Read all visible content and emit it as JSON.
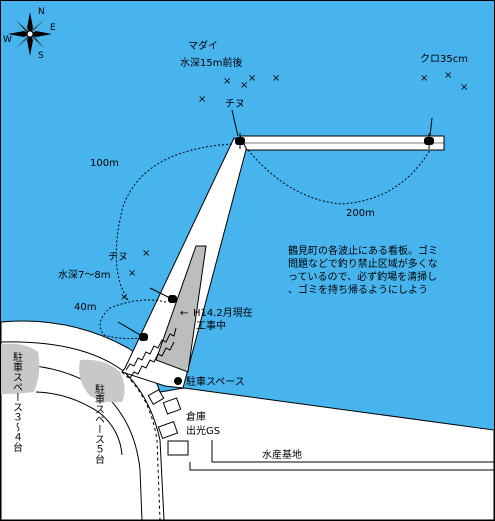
{
  "colors": {
    "sea": "#47b4ee",
    "land": "#ffffff",
    "shoulder": "#c8c8c8",
    "pier_gray": "#bdbdbd",
    "line": "#000000"
  },
  "compass": {
    "n": "N",
    "e": "E",
    "s": "S",
    "w": "W"
  },
  "fish_labels": {
    "madai": "マダイ",
    "depth_15m": "水深15m前後",
    "chinu_top": "チヌ",
    "kuro": "クロ35cm",
    "chinu_mid": "チヌ",
    "depth_7_8m": "水深7～8m"
  },
  "distances": {
    "d100": "100m",
    "d200": "200m",
    "d40": "40m"
  },
  "notice": {
    "line1": "鶴見町の各波止にある看板。ゴミ",
    "line2": "問題などで釣り禁止区域が多くな",
    "line3": "っているので、必ず釣場を清掃し",
    "line4": "、ゴミを持ち帰るようにしよう"
  },
  "construction": {
    "line1": "H14.2月現在",
    "line2": "工事中"
  },
  "places": {
    "parking": "駐車スペース",
    "warehouse": "倉庫",
    "gas": "出光GS",
    "fishery": "水産基地",
    "parking_3_4": "駐車スペース３～４台",
    "parking_5": "駐車スペース５台"
  },
  "marks": {
    "cross": "×",
    "arrow": "←"
  }
}
